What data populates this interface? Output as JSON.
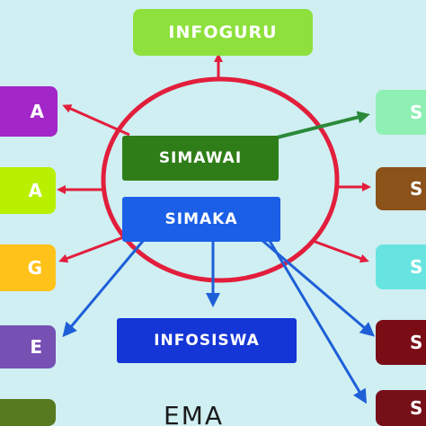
{
  "colors": {
    "background": "#cfeff2",
    "ring": "#e21e3c",
    "blue_arrow": "#1e5fd8",
    "green_arrow": "#2b8a3a"
  },
  "nodes": {
    "infoguru": {
      "label": "INFOGURU",
      "color": "#8ee03c"
    },
    "simawai": {
      "label": "SIMAWAI",
      "color": "#2f7d18"
    },
    "simaka": {
      "label": "SIMAKA",
      "color": "#1b5fe6"
    },
    "infosiswa": {
      "label": "INFOSISWA",
      "color": "#1536d6"
    },
    "left_1": {
      "label": "A",
      "color": "#a326c9"
    },
    "left_2": {
      "label": "A",
      "color": "#b8f000"
    },
    "left_3": {
      "label": "G",
      "color": "#ffc21a"
    },
    "left_4": {
      "label": "E",
      "color": "#7750b4"
    },
    "left_5": {
      "label": "",
      "color": "#57791f"
    },
    "right_1": {
      "label": "S",
      "color": "#8ff0b4"
    },
    "right_2": {
      "label": "S",
      "color": "#8b521a"
    },
    "right_3": {
      "label": "S",
      "color": "#68e4e0"
    },
    "right_4": {
      "label": "S",
      "color": "#7a0c16"
    },
    "right_5": {
      "label": "S",
      "color": "#761018"
    }
  },
  "bottom_text": "EMA"
}
